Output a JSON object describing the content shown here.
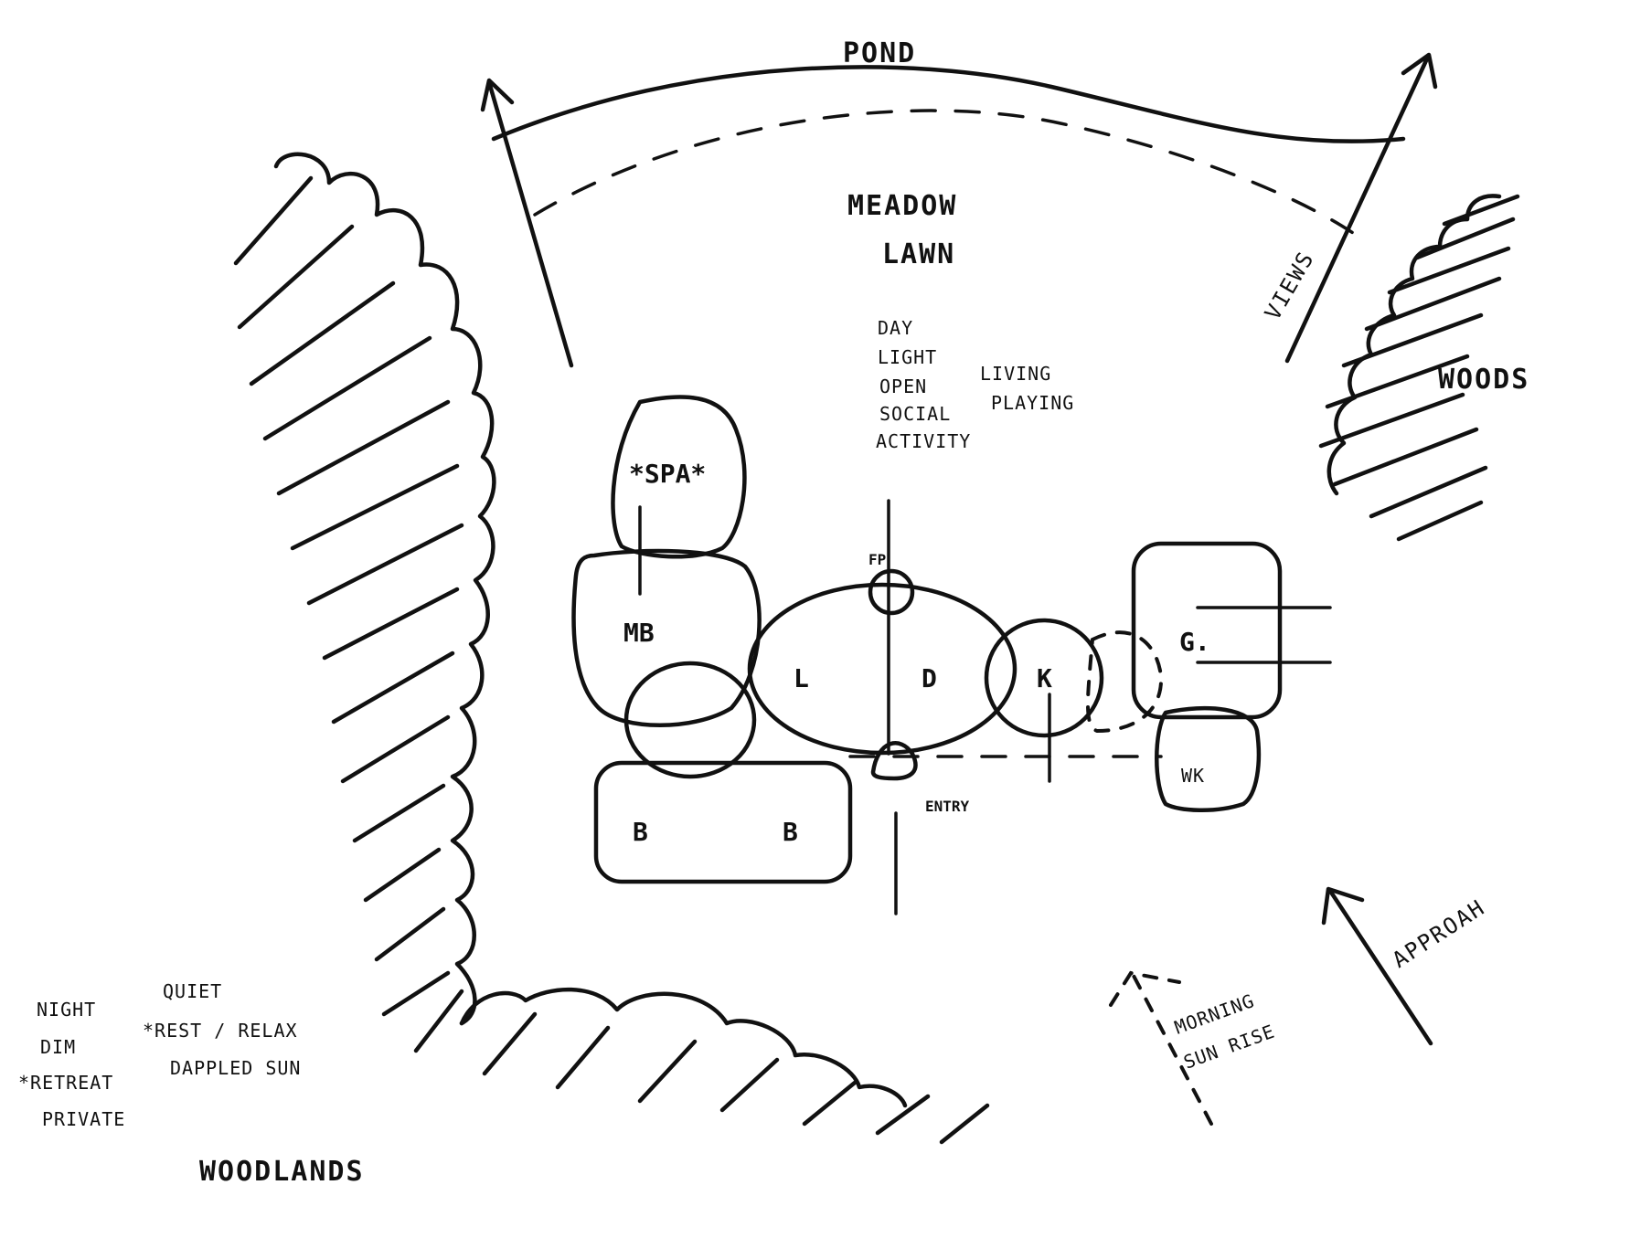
{
  "zones": {
    "pond": "POND",
    "meadow": "MEADOW",
    "lawn": "LAWN",
    "views": "VIEWS",
    "woods": "WOODS",
    "woodlands": "WOODLANDS",
    "approach": "APPROAH",
    "sunrise_line1": "MORNING",
    "sunrise_line2": "SUN RISE"
  },
  "day_notes": [
    "DAY",
    "LIGHT",
    "OPEN",
    "SOCIAL",
    "ACTIVITY"
  ],
  "day_uses": [
    "LIVING",
    "PLAYING"
  ],
  "night_notes": [
    "NIGHT",
    "DIM",
    "*RETREAT",
    "PRIVATE"
  ],
  "night_qualities": [
    "QUIET",
    "*REST / RELAX",
    "DAPPLED SUN"
  ],
  "rooms": {
    "spa": "*SPA*",
    "master_bedroom": "MB",
    "living": "L",
    "dining": "D",
    "kitchen": "K",
    "garage": "G.",
    "workshop": "WK",
    "bedroom_1": "B",
    "bedroom_2": "B",
    "fireplace": "FP",
    "entry": "ENTRY"
  }
}
